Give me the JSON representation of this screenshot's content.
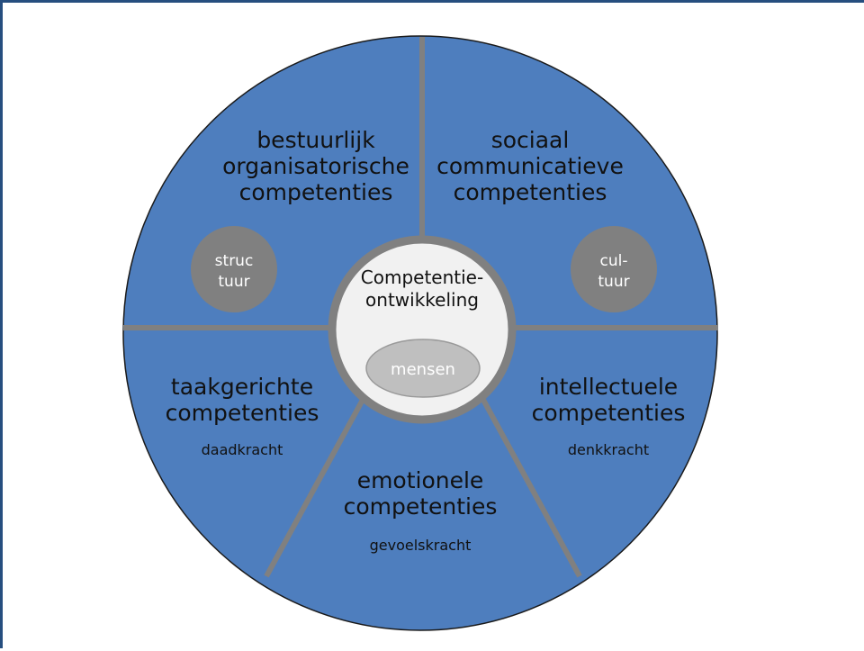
{
  "slide": {
    "border_color": "#264E7F",
    "background": "#ffffff"
  },
  "diagram": {
    "type": "competency-wheel",
    "title_center": {
      "line1": "Competentie-",
      "line2": "ontwikkeling"
    },
    "colors": {
      "wheel_fill": "#4E7EBE",
      "wheel_stroke": "#1A1A1A",
      "divider": "#808080",
      "hub_fill": "#F1F1F1",
      "hub_stroke": "#808080",
      "bubble_fill": "#808080",
      "ellipse_fill": "#BFBFBF",
      "ellipse_stroke": "#808080",
      "text_dark": "#111111",
      "text_light": "#ffffff"
    },
    "quadrants": [
      {
        "id": "top-left",
        "lines": [
          "bestuurlijk",
          "organisatorische",
          "competenties"
        ],
        "subtitle": ""
      },
      {
        "id": "top-right",
        "lines": [
          "sociaal",
          "communicatieve",
          "competenties"
        ],
        "subtitle": ""
      },
      {
        "id": "bottom-left",
        "lines": [
          "taakgerichte",
          "competenties"
        ],
        "subtitle": "daadkracht"
      },
      {
        "id": "bottom-center",
        "lines": [
          "emotionele",
          "competenties"
        ],
        "subtitle": "gevoelskracht"
      },
      {
        "id": "bottom-right",
        "lines": [
          "intellectuele",
          "competenties"
        ],
        "subtitle": "denkkracht"
      }
    ],
    "bubbles": [
      {
        "id": "left",
        "line1": "struc",
        "line2": "tuur"
      },
      {
        "id": "right",
        "line1": "cul-",
        "line2": "tuur"
      }
    ],
    "center_ellipse": {
      "label": "mensen"
    }
  }
}
